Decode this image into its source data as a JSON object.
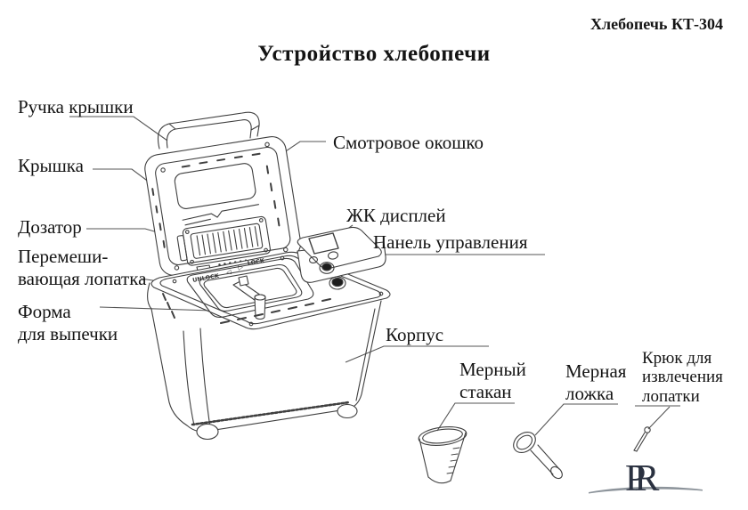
{
  "header": {
    "model": "Хлебопечь КТ-304",
    "title": "Устройство хлебопечи"
  },
  "labels": {
    "lid_handle": "Ручка крышки",
    "lid": "Крышка",
    "dispenser": "Дозатор",
    "mixing_paddle": [
      "Перемеши-",
      "вающая лопатка"
    ],
    "baking_pan": [
      "Форма",
      "для выпечки"
    ],
    "viewing_window": "Смотровое окошко",
    "lcd_display": "ЖК дисплей",
    "control_panel": "Панель управления",
    "body": "Корпус",
    "measuring_cup": [
      "Мерный",
      "стакан"
    ],
    "measuring_spoon": [
      "Мерная",
      "ложка"
    ],
    "paddle_hook": [
      "Крюк для",
      "извлечения",
      "лопатки"
    ]
  },
  "diagram_marks": {
    "unlock": "UNLOCK",
    "lock": "LOCK",
    "triangle_left": "◁",
    "triangle_right": "▷"
  },
  "logo": {
    "text": "PR"
  },
  "colors": {
    "line": "#3f3f3f",
    "leader": "#555555",
    "knob": "#1d1d1d",
    "swoosh": "#8d949b",
    "logo_ink": "#2a3140"
  }
}
